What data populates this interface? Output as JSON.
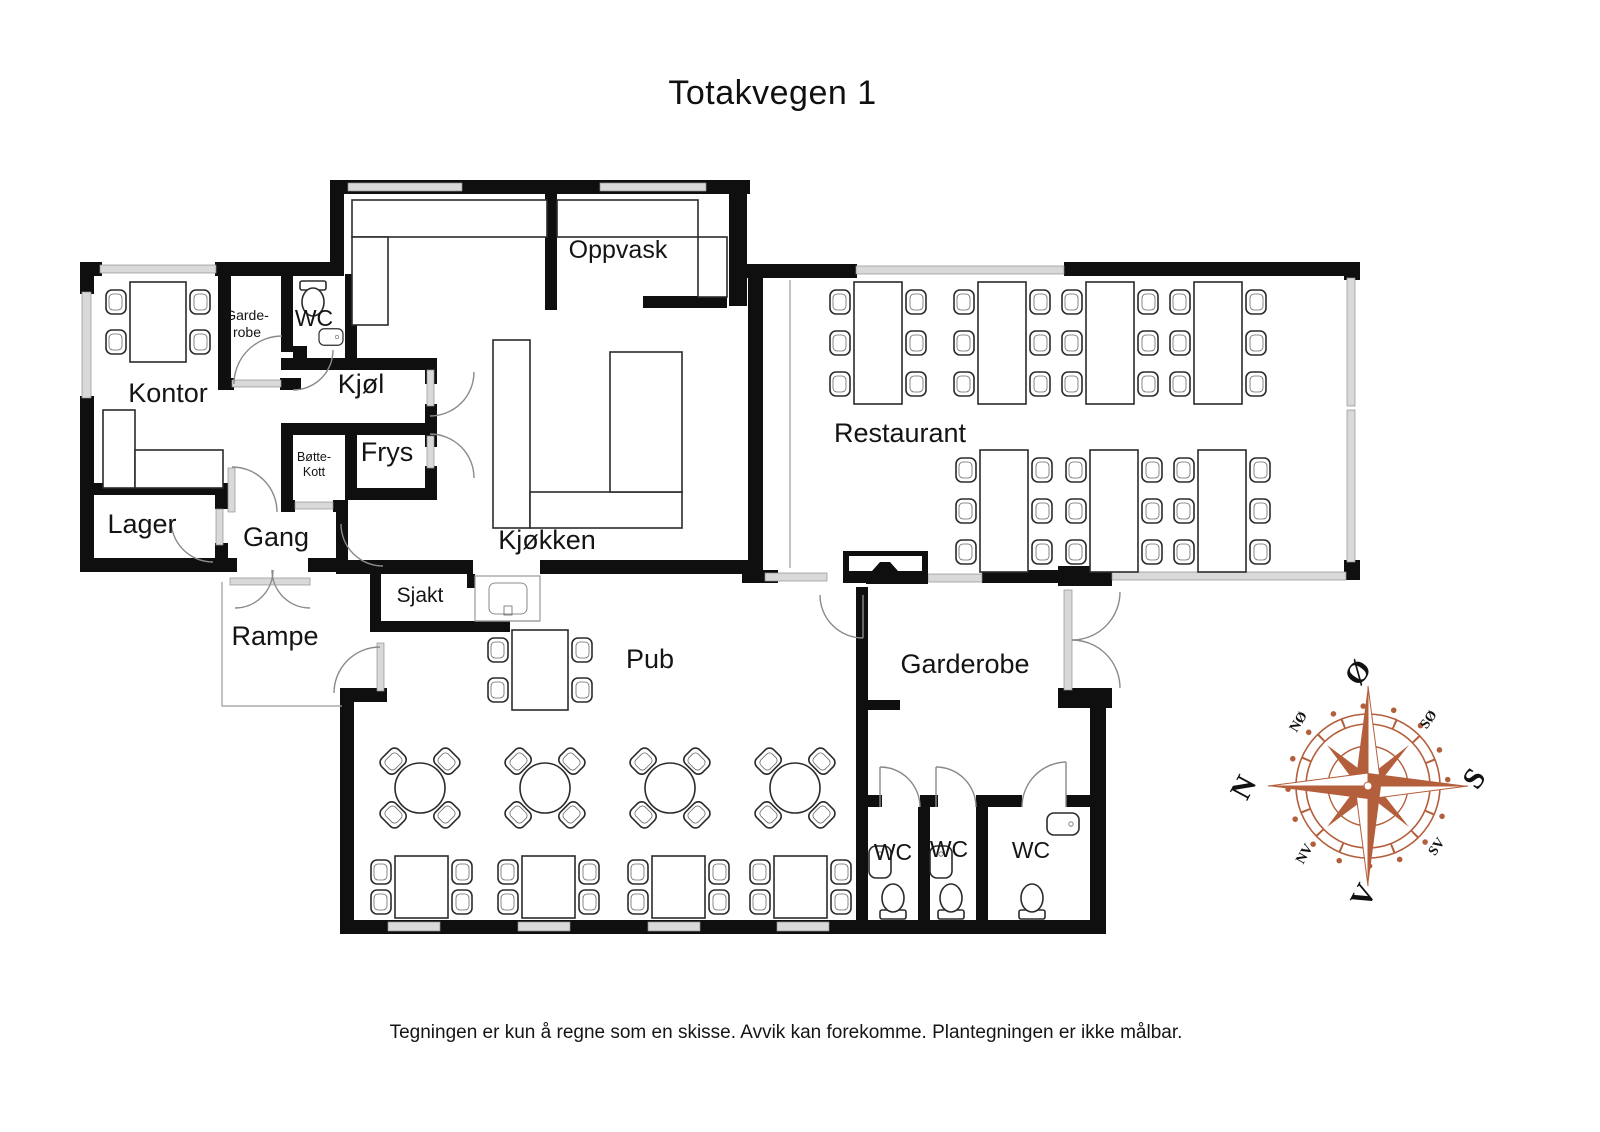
{
  "title": "Totakvegen 1",
  "disclaimer": "Tegningen er kun å regne som en skisse. Avvik kan forekomme. Plantegningen er ikke målbar.",
  "rooms": {
    "kontor": "Kontor",
    "garderobe_small_line1": "Garde-",
    "garderobe_small_line2": "robe",
    "wc_left": "WC",
    "kjol": "Kjøl",
    "frys": "Frys",
    "botte_line1": "Bøtte-",
    "botte_line2": "Kott",
    "lager": "Lager",
    "gang": "Gang",
    "rampe": "Rampe",
    "sjakt": "Sjakt",
    "oppvask": "Oppvask",
    "kjokken": "Kjøkken",
    "restaurant": "Restaurant",
    "pub": "Pub",
    "garderobe": "Garderobe",
    "wc1": "WC",
    "wc2": "WC",
    "wc3": "WC"
  },
  "compass": {
    "north": "N",
    "east": "Ø",
    "south": "S",
    "west": "V",
    "northeast": "NØ",
    "southeast": "SØ",
    "southwest": "SV",
    "northwest": "NV",
    "color": "#b45f3b"
  }
}
